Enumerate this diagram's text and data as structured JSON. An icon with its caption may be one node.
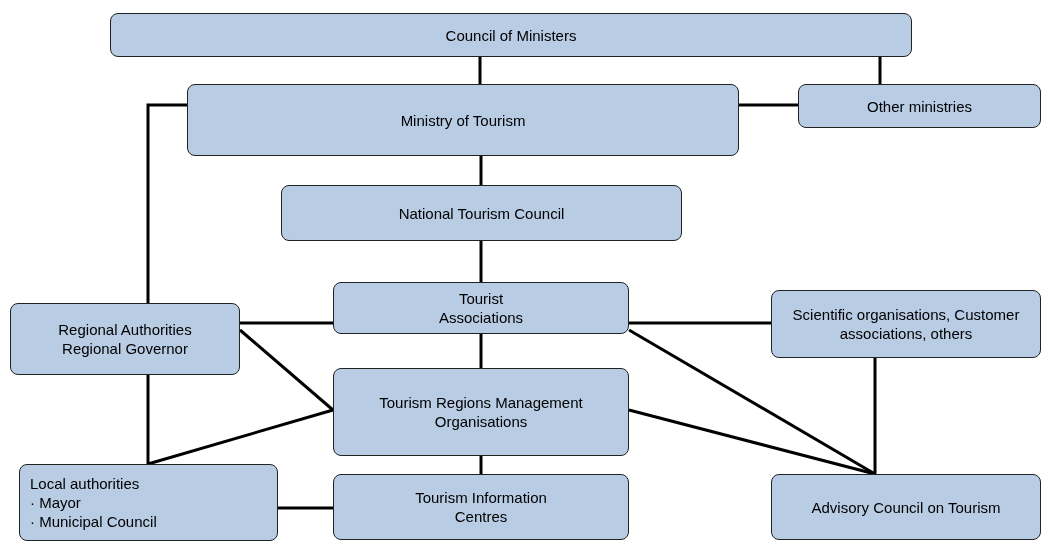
{
  "diagram": {
    "nodes": [
      {
        "text": [
          "Council of Ministers"
        ]
      },
      {
        "text": [
          "Ministry of Tourism"
        ]
      },
      {
        "text": [
          "Other ministries"
        ]
      },
      {
        "text": [
          "National Tourism Council"
        ]
      },
      {
        "text": [
          "Regional Authorities",
          "Regional Governor"
        ]
      },
      {
        "text": [
          "Tourist Associations"
        ]
      },
      {
        "text": [
          "Scientific organisations, Customer associations, others"
        ]
      },
      {
        "text": [
          "Tourism Regions Management Organisations"
        ]
      },
      {
        "text": [
          "Local authorities",
          "· Mayor",
          "· Municipal Council"
        ]
      },
      {
        "text": [
          "Tourism Information Centres"
        ]
      },
      {
        "text": [
          "Advisory Council on Tourism"
        ]
      }
    ],
    "edges": [
      {
        "from": 0,
        "to": 1,
        "arrow": "none"
      },
      {
        "from": 0,
        "to": 2,
        "arrow": "none"
      },
      {
        "from": 1,
        "to": 2,
        "arrow": "none"
      },
      {
        "from": 1,
        "to": 3,
        "arrow": "none"
      },
      {
        "from": 1,
        "to": 4,
        "arrow": "none"
      },
      {
        "from": 3,
        "to": 5,
        "arrow": "none"
      },
      {
        "from": 4,
        "to": 5,
        "arrow": "none"
      },
      {
        "from": 4,
        "to": 7,
        "arrow": "none"
      },
      {
        "from": 4,
        "to": 8,
        "arrow": "none"
      },
      {
        "from": 5,
        "to": 6,
        "arrow": "none"
      },
      {
        "from": 5,
        "to": 7,
        "arrow": "none"
      },
      {
        "from": 5,
        "to": 10,
        "arrow": "none"
      },
      {
        "from": 6,
        "to": 10,
        "arrow": "none"
      },
      {
        "from": 7,
        "to": 10,
        "arrow": "none"
      },
      {
        "from": 8,
        "to": 7,
        "arrow": "none"
      },
      {
        "from": 7,
        "to": 9,
        "arrow": "none"
      },
      {
        "from": 8,
        "to": 9,
        "arrow": "none"
      }
    ]
  }
}
